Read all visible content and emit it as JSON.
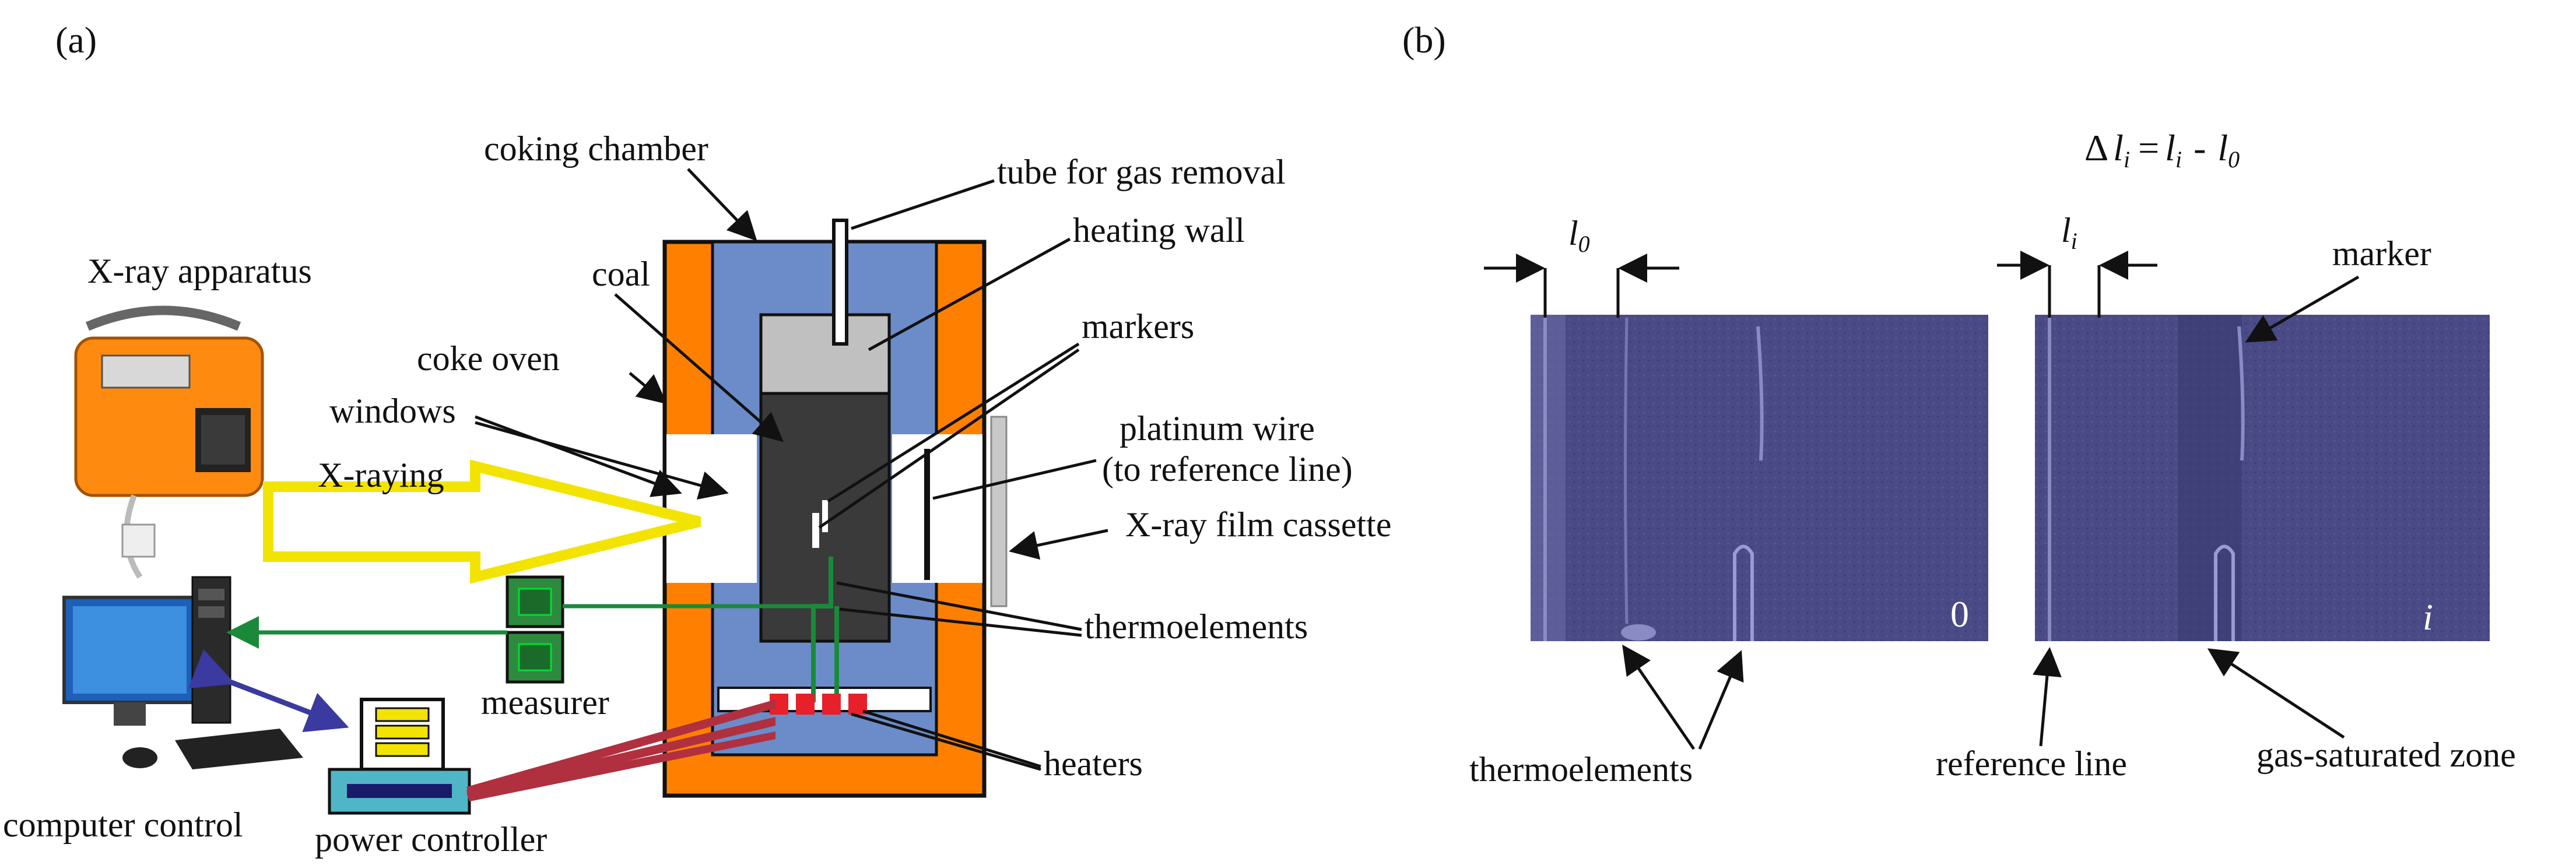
{
  "panel_a": {
    "tag": "(a)",
    "labels": {
      "coking_chamber": "coking chamber",
      "tube_gas_removal": "tube for gas removal",
      "heating_wall": "heating wall",
      "coal": "coal",
      "xray_apparatus": "X-ray apparatus",
      "coke_oven": "coke oven",
      "windows": "windows",
      "markers": "markers",
      "platinum_wire": "platinum wire",
      "platinum_wire_note": "(to reference line)",
      "xraying": "X-raying",
      "film_cassette": "X-ray film cassette",
      "thermoelements": "thermoelements",
      "measurer": "measurer",
      "heaters": "heaters",
      "computer_control": "computer control",
      "power_controller": "power controller"
    },
    "colors": {
      "oven": "#ff8000",
      "chamber": "#6b8cc9",
      "coal": "#3a3a3a",
      "heating_wall": "#c0c0c0",
      "heaters": "#e8202a",
      "signal": "#1a8a3a",
      "xray_beam": "#f2e400",
      "power": "#b03040",
      "computer_link": "#3a3aa0"
    }
  },
  "panel_b": {
    "tag": "(b)",
    "formula": {
      "delta": "Δ",
      "li": "l",
      "li_sub": "i",
      "eq": "=",
      "l0": "l",
      "l0_sub": "0",
      "minus": "-"
    },
    "left_image": {
      "dim_label": "l",
      "dim_sub": "0",
      "frame_label": "0"
    },
    "right_image": {
      "dim_label": "l",
      "dim_sub": "i",
      "frame_label": "i"
    },
    "labels": {
      "marker": "marker",
      "thermoelements": "thermoelements",
      "reference_line": "reference line",
      "gas_saturated_zone": "gas-saturated zone"
    },
    "colors": {
      "film": "#4a4a86"
    }
  }
}
